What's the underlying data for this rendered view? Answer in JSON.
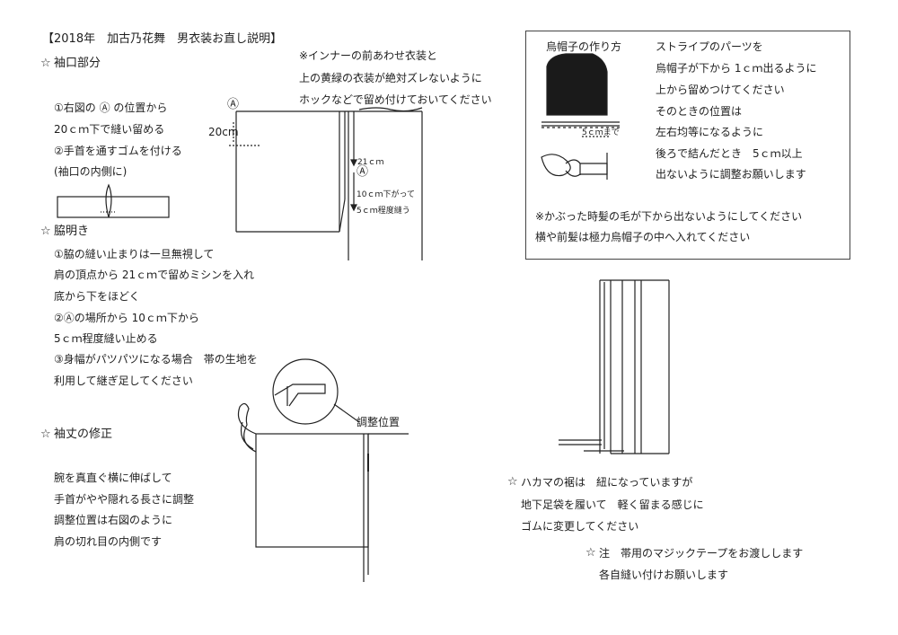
{
  "title": "【2018年　加古乃花舞　男衣装お直し説明】",
  "note_inner": [
    "※インナーの前あわせ衣装と",
    "上の黄緑の衣装が絶対ズレないように",
    "ホックなどで留め付けておいてください"
  ],
  "sleeve_opening": {
    "heading": "袖口部分",
    "lines": [
      "①右図の Ⓐ の位置から",
      "20ｃｍ下で縫い留める",
      "②手首を通すゴムを付ける",
      "(袖口の内側に)"
    ]
  },
  "diagram1": {
    "marker_a": "Ⓐ",
    "label_20cm": "20cm",
    "label_21cm": "21ｃｍ",
    "label_10cm": "10ｃｍ下がって",
    "label_5cm": "5ｃｍ程度縫う"
  },
  "side_opening": {
    "heading": "脇明き",
    "lines": [
      "①脇の縫い止まりは一旦無視して",
      "肩の頂点から 21ｃｍで留めミシンを入れ",
      "底から下をほどく",
      "②Ⓐの場所から 10ｃｍ下から",
      "5ｃｍ程度縫い止める",
      "③身幅がパツパツになる場合　帯の生地を",
      "利用して継ぎ足してください"
    ]
  },
  "sleeve_length": {
    "heading": "袖丈の修正",
    "lines": [
      "腕を真直ぐ横に伸ばして",
      "手首がやや隠れる長さに調整",
      "調整位置は右図のように",
      "肩の切れ目の内側です"
    ],
    "adjust_label": "調整位置"
  },
  "eboshi": {
    "title": "烏帽子の作り方",
    "lines": [
      "ストライプのパーツを",
      "烏帽子が下から 1ｃｍ出るように",
      "上から留めつけてください",
      "そのときの位置は",
      "左右均等になるように",
      "後ろで結んだとき　5ｃｍ以上",
      "出ないように調整お願いします"
    ],
    "label_5cm": "5ｃｍまで",
    "note": [
      "※かぶった時髪の毛が下から出ないようにしてください",
      "横や前髪は極力烏帽子の中へ入れてください"
    ]
  },
  "hakama": {
    "lines": [
      "ハカマの裾は　紐になっていますが",
      "地下足袋を履いて　軽く留まる感じに",
      "ゴムに変更してください"
    ]
  },
  "belt_note": {
    "lines": [
      "注　帯用のマジックテープをお渡しします",
      "各自縫い付けお願いします"
    ]
  },
  "star_glyph": "☆"
}
